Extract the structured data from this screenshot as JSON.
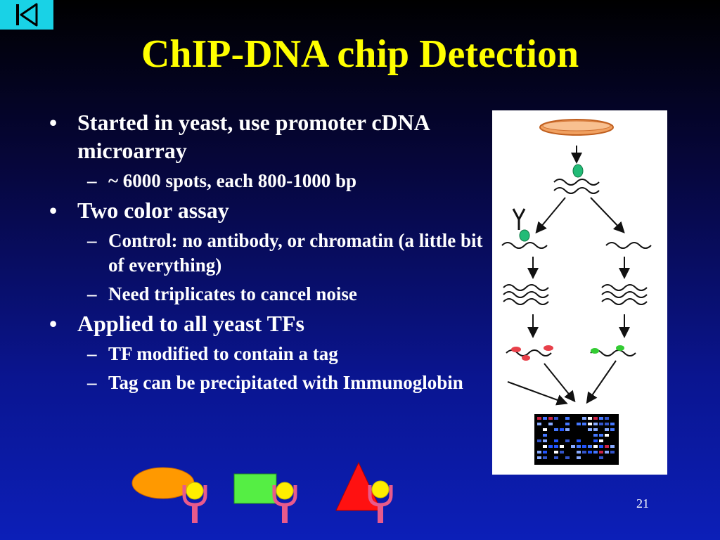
{
  "slide": {
    "title": "ChIP-DNA chip Detection",
    "page_number": "21"
  },
  "nav": {
    "icon": "skip-back-icon"
  },
  "bullets": [
    {
      "text": "Started in yeast, use promoter cDNA microarray",
      "subs": [
        "~ 6000 spots, each 800-1000 bp"
      ]
    },
    {
      "text": "Two color assay",
      "subs": [
        "Control: no antibody, or chromatin (a little bit of everything)",
        "Need triplicates to cancel noise"
      ]
    },
    {
      "text": "Applied to all yeast TFs",
      "subs": [
        "TF modified to contain a tag",
        "Tag can be precipitated with Immunoglobin"
      ]
    }
  ],
  "markers": {
    "bullet": "•",
    "dash": "–"
  },
  "colors": {
    "title": "#ffff00",
    "nav": "#19d2e6",
    "red_label": "#e8404a",
    "green_label": "#33cc33",
    "antibody_pink": "#e85a8c",
    "tag_yellow": "#ffee00"
  }
}
